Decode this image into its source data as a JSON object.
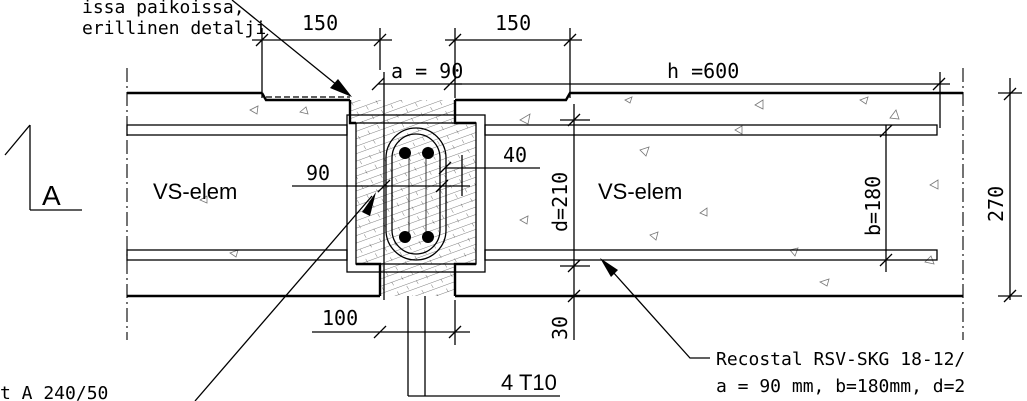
{
  "notes": {
    "top_left_line1": "issa paikoissa,",
    "top_left_line2": "erillinen detalji",
    "bottom_left": "t A 240/50",
    "bottom_right_line1": "Recostal RSV-SKG 18-12/",
    "bottom_right_line2": "a = 90 mm, b=180mm, d=2"
  },
  "labels": {
    "section_mark": "A",
    "element_left": "VS-elem",
    "element_right": "VS-elem",
    "rebar": "4 T10"
  },
  "dimensions": {
    "top_150_left": "150",
    "top_150_right": "150",
    "a": "a = 90",
    "h": "h =600",
    "d": "d=210",
    "b": "b=180",
    "total_height": "270",
    "left_90": "90",
    "inner_40": "40",
    "bottom_100": "100",
    "bottom_30": "30"
  }
}
